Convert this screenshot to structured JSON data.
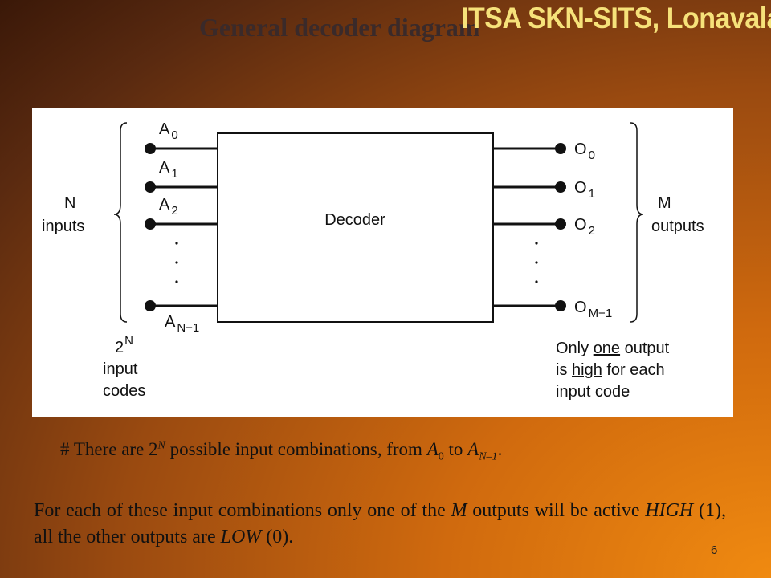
{
  "slide": {
    "title": "General decoder diagram",
    "brand": "ITSA SKN-SITS, Lonavala",
    "page_number": "6"
  },
  "diagram": {
    "block_label": "Decoder",
    "left_group": {
      "line1": "N",
      "line2": "inputs"
    },
    "right_group": {
      "line1": "M",
      "line2": "outputs"
    },
    "inputs": [
      {
        "base": "A",
        "sub": "0"
      },
      {
        "base": "A",
        "sub": "1"
      },
      {
        "base": "A",
        "sub": "2"
      },
      {
        "base": "A",
        "sub": "N−1"
      }
    ],
    "outputs": [
      {
        "base": "O",
        "sub": "0"
      },
      {
        "base": "O",
        "sub": "1"
      },
      {
        "base": "O",
        "sub": "2"
      },
      {
        "base": "O",
        "sub": "M−1"
      }
    ],
    "codes_note": {
      "base": "2",
      "sup": "N",
      "line2": "input",
      "line3": "codes"
    },
    "output_note": {
      "line1_a": "Only ",
      "line1_b": "one",
      "line1_c": " output",
      "line2_a": "is ",
      "line2_b": "high",
      "line2_c": " for each",
      "line3": "input code"
    }
  },
  "notes": {
    "note1": {
      "a": "# There are 2",
      "b": "N",
      "c": " possible input combinations,  from ",
      "d": "A",
      "e": "0",
      "f": " to ",
      "g": "A",
      "h": "N–1",
      "i": "."
    },
    "note2": {
      "a": "For each of these input combinations only one of the ",
      "b": "M",
      "c": " outputs will be active ",
      "d": "HIGH",
      "e": " (1), all the other outputs are ",
      "f": "LOW",
      "g": " (0)."
    }
  }
}
